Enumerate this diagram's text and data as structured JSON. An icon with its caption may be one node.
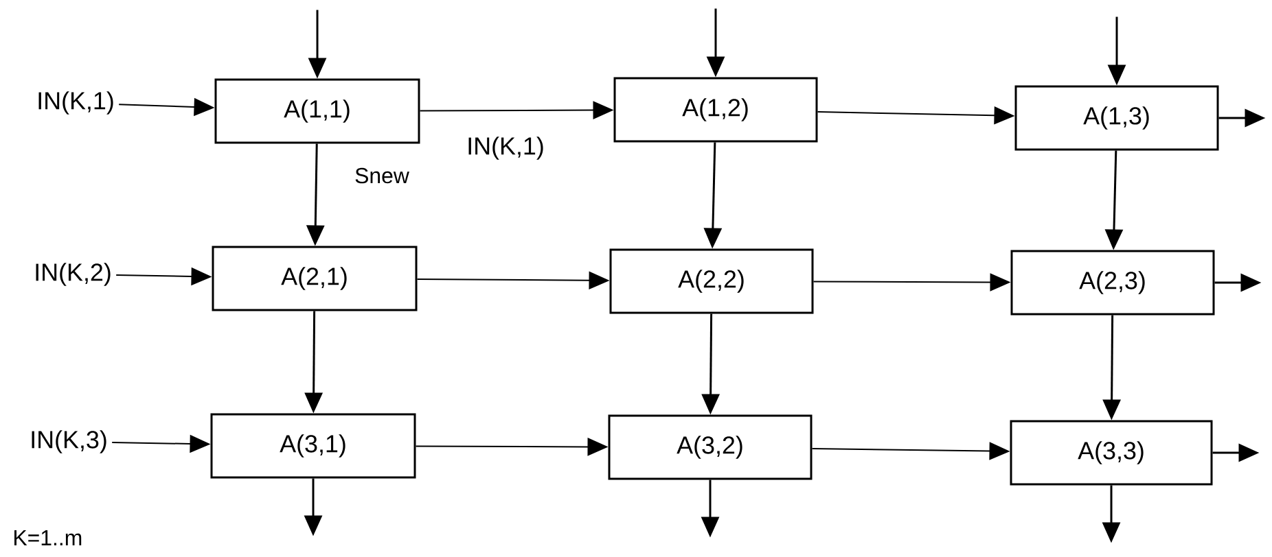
{
  "diagram": {
    "nodes": [
      {
        "text": [
          "IN(K,1)"
        ]
      },
      {
        "text": [
          "A(1,1)"
        ]
      },
      {
        "text": [
          "A(1,2)"
        ]
      },
      {
        "text": [
          "A(1,3)"
        ]
      },
      {
        "text": [
          "IN(K,2)"
        ]
      },
      {
        "text": [
          "A(2,1)"
        ]
      },
      {
        "text": [
          "A(2,2)"
        ]
      },
      {
        "text": [
          "A(2,3)"
        ]
      },
      {
        "text": [
          "IN(K,3)"
        ]
      },
      {
        "text": [
          "A(3,1)"
        ]
      },
      {
        "text": [
          "A(3,2)"
        ]
      },
      {
        "text": [
          "A(3,3)"
        ]
      }
    ],
    "edges": [
      {
        "from": 0,
        "to": 1,
        "arrow": "to"
      },
      {
        "from": 1,
        "to": 2,
        "arrow": "to",
        "label": "IN(K,1)"
      },
      {
        "from": 2,
        "to": 3,
        "arrow": "to"
      },
      {
        "from": 4,
        "to": 5,
        "arrow": "to"
      },
      {
        "from": 5,
        "to": 6,
        "arrow": "to"
      },
      {
        "from": 6,
        "to": 7,
        "arrow": "to"
      },
      {
        "from": 8,
        "to": 9,
        "arrow": "to"
      },
      {
        "from": 9,
        "to": 10,
        "arrow": "to"
      },
      {
        "from": 10,
        "to": 11,
        "arrow": "to"
      },
      {
        "from": 1,
        "to": 5,
        "arrow": "to",
        "label": "Snew"
      },
      {
        "from": 5,
        "to": 9,
        "arrow": "to"
      },
      {
        "from": 2,
        "to": 6,
        "arrow": "to"
      },
      {
        "from": 6,
        "to": 10,
        "arrow": "to"
      },
      {
        "from": 3,
        "to": 7,
        "arrow": "to"
      },
      {
        "from": 7,
        "to": 11,
        "arrow": "to"
      },
      {
        "from": null,
        "to": 1,
        "arrow": "to"
      },
      {
        "from": null,
        "to": 2,
        "arrow": "to"
      },
      {
        "from": null,
        "to": 3,
        "arrow": "to"
      },
      {
        "from": 3,
        "to": null,
        "arrow": "to"
      },
      {
        "from": 7,
        "to": null,
        "arrow": "to"
      },
      {
        "from": 11,
        "to": null,
        "arrow": "to"
      },
      {
        "from": 9,
        "to": null,
        "arrow": "to"
      },
      {
        "from": 10,
        "to": null,
        "arrow": "to"
      },
      {
        "from": 11,
        "to": null,
        "arrow": "to"
      }
    ],
    "labels": [
      "K=1..m"
    ]
  }
}
